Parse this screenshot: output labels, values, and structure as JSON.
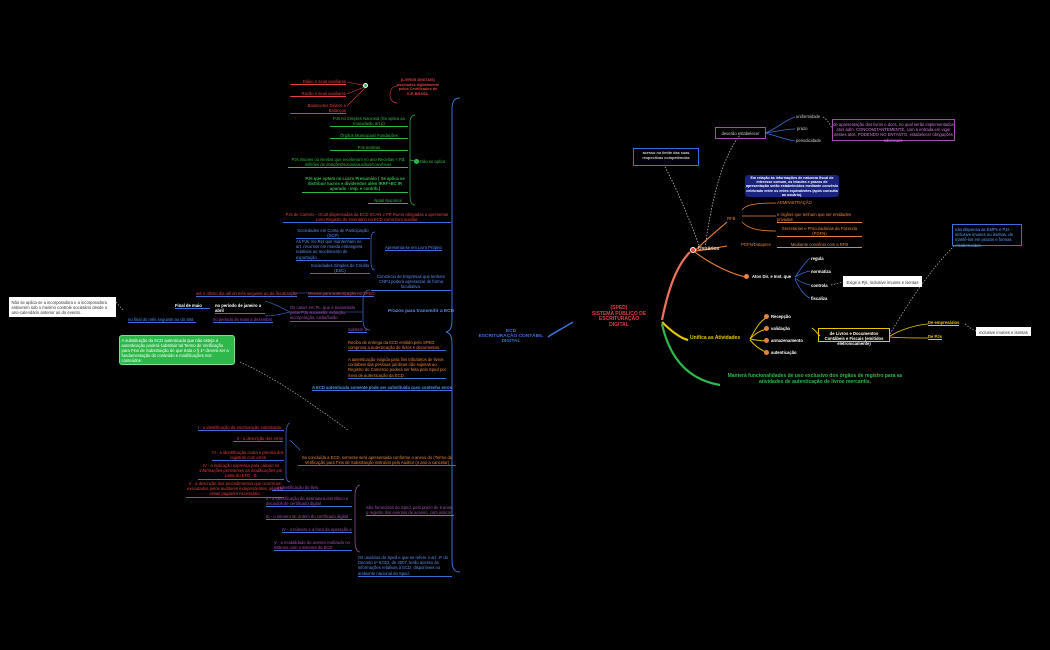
{
  "colors": {
    "background": "#000000",
    "blue": "#3d6fd8",
    "orange": "#e8833a",
    "yellow": "#e6c700",
    "green": "#2fb84a",
    "purple": "#a24fb0",
    "red": "#e04040",
    "salmon": "#f07060"
  },
  "icons": [
    "circle-marker-icon",
    "circle-marker-icon"
  ],
  "center": {
    "line1": "(SPED)",
    "line2": "SISTEMA PÚBLICO DE ESCRITURAÇÃO",
    "line3": "DIGITAL"
  },
  "ecd": {
    "line1": "ECD",
    "line2": "ESCRITURAÇÃO CONTÁBIL DIGITAL"
  },
  "usuarios": {
    "label": "Usuários",
    "acesso": "acesso no limite das suas respectivas competências",
    "deverao": "deverão estabelecer",
    "uniformidade": "uniformidade",
    "prazo": "prazo",
    "periodicidade": "periodicidade",
    "apresentacao": "de apresentação dos livros e docs, no qual serão implementados atos adm. CONCOMITANTEMENTE, com a entrada em vigor destes atos, PODENDO NO ENTANTO, estabelecer obrigações adicionais.",
    "relacao": "Em relação às informações de natureza fiscal de interesse comum, os leiautes e prazos de apresentação serão estabelecidos mediante convênio celebrado entre os entes equivalentes (após consulta ao usuário).",
    "rfb": "RFB",
    "administracao": "ADMINISTRAÇÃO",
    "orgaos": "e órgãos que tenham que ser entidades privadas",
    "secretarias": "Secretarias e Procuradorias da Fazenda (PGFN)",
    "pgfn": "PGFN/Dataprev",
    "mediante": "Mediante convênio com a RFB",
    "atos": "Atos Dir. e Inst. que",
    "regula": "regula",
    "normatiza": "normatiza",
    "controla": "controla",
    "fiscaliza": "fiscaliza",
    "exige": "Exige a Pjs, inclusive imunes e isentas"
  },
  "unifica": {
    "label": "Unifica as Atividades",
    "recepcao": "Recepção",
    "validacao": "validação",
    "armazenamento": "armazenamento",
    "autenticacao": "autenticação",
    "livros": "de Livros e Documentos Contábeis e Fiscais (emitidos eletronicamente)",
    "empresarios": "De empresários",
    "pjs": "De PJs",
    "inclusive": "inclusive imunes e isentas",
    "nao_dispensa": "não dispensa as EMPs e PJs - inclusive imunes ou isentas, de mantê-los em prazos e formas estabelecidas."
  },
  "mantera": {
    "label": "Manterá funcionalidades de uso exclusivo dos órgãos de registro para as atividades de autenticação de livros mercantis."
  },
  "certificados": {
    "header": "(LIVROS DIGITAIS) assinados digitalmente pelos Certificados de ICP-BRASIL",
    "diario": "Diário e seus auxiliares",
    "razao": "Razão e seus auxiliares",
    "balancetes": "Balancetes Diários e Balanços"
  },
  "nao_se_aplica": {
    "label": "Não se aplica",
    "simples": "PJs no Simples Nacional (Se aplica ao Imunidade, art.p)",
    "orgaos": "Órgãos Municipais/ Fundações",
    "inativas": "PJs Inativas",
    "imunes": "PJs imunes ou isentas que receberam no ano Receitas < R$ milhões de doações/sociais/auxílios/convênios",
    "lucro": "PJs que optem no Lucro Presumido ( Se aplica se distribuir lucros e dividendos além IRRF+BC IR apurado - imp. e contrib.)",
    "natal": "Natal Nacional"
  },
  "sociedades": {
    "caixa": "PJs de Cartório - Ocult dispensadas da ECD SCAN e PR Rumo obrigadas a apresentar Livro Registro do Inventário na ECD como livro auxiliar.",
    "conta": "Sociedades em Conta de Participação (SCP)",
    "apresenta": "Apresenta-se em Livro Próprio",
    "pjs_nao": "As PJs. Ko Ret que mantenham no art. recursos em moeda estrangeira relativos ao recebimento de exportação",
    "sociedades_credito": "Sociedades Simples de Crédito (ESC)",
    "consorcio": "Consórcio de Empresas que tenham CNPJ poderá apresentar de forma facultativa."
  },
  "prazo": {
    "label": "Prazos para transmitir a ECD",
    "ultimo": "até o último dia útil do mês seguinte ao da fiscalização",
    "mensal": "Mensal para autenticação no SPED",
    "final_maio": "Final de maio",
    "periodo_maio": "no período de janeiro a abril",
    "casos": "Os casos em PL, que é transmitido pelos PJs sucessão, extinção, incorporação, cisão/fusão",
    "final_mes": "no final do mês seguinte ao do Sist.",
    "periodo_maio2": "no período de maio a dezembro",
    "subitem": "Subitem 3",
    "nao_aplica": "Não se aplica se a incorporadora e a incorporadora estiverem sob o mesmo controle societário desde o ano-calendário anterior ao do evento."
  },
  "recibo": {
    "label": "Recibo de entrega da ECD emitido pelo SPED comprova a autenticação de livros e documentos.",
    "autenticacao": "A autenticação exigida para fins tributários de livros contábeis das pessoas jurídicas não sujeitas ao Registro do Comércio poderá ser feita pelo Sped por meio de autenticação da ECD.",
    "substituida": "A ECD autenticada somente pode ser substituída caso contenha erros"
  },
  "substituicao": {
    "note": "A substituição da ECD autenticada que não esteja a autenticação poderá substituir tal Termo de Verificação para Fins de Substituição de que trata o § 1º deverá ser a fundamentação do conteúdo e modificações nos conteúdos.",
    "identificacao": "I - a identificação da escrituração substituída",
    "descricao_erro": "II - a descrição dos erros",
    "identificacao_registros": "III - a identificação exata e precisa dos registros com erros",
    "indicacao": "IV - a indicação expressa para cálculo os informações pertinentes as modificações por parte do EFD - B",
    "descricao_proc": "V - a descrição dos procedimentos que ocorreram executados pelos auditores independentes, quando essas pagarem necessário.",
    "termo": "Se concluída a ECD, somente será apresentada conforme o anexo do (Termo de Verificação para Fins de Substituição instruído pelo Auditor (4 ano a cancelar)"
  },
  "livros_digitais": {
    "identificacao_livro": "I - a identificação do livro",
    "identificacao_contas": "II - a identificação da assinatura dos Bloco e decuidos de certificado digital",
    "numero": "III - o número de ordem do certificado digital",
    "nome": "IV - o número e a hora da operação e",
    "modalidade": "V - a modalidade do acesso realizado no sistema com o sistema da ECD",
    "sao_fornecidos": "São fornecidos ao Sped, pelo prazo de 5 anos, o registro dos eventos de acesso, com indicar:",
    "usuarios_sped": "Os usuários do Sped e que se refere o art. 3º do Decreto nº 6.022, de 2007, terão acesso às informações relativas à ECD, disponíveis no ambiente nacional do Sped."
  }
}
